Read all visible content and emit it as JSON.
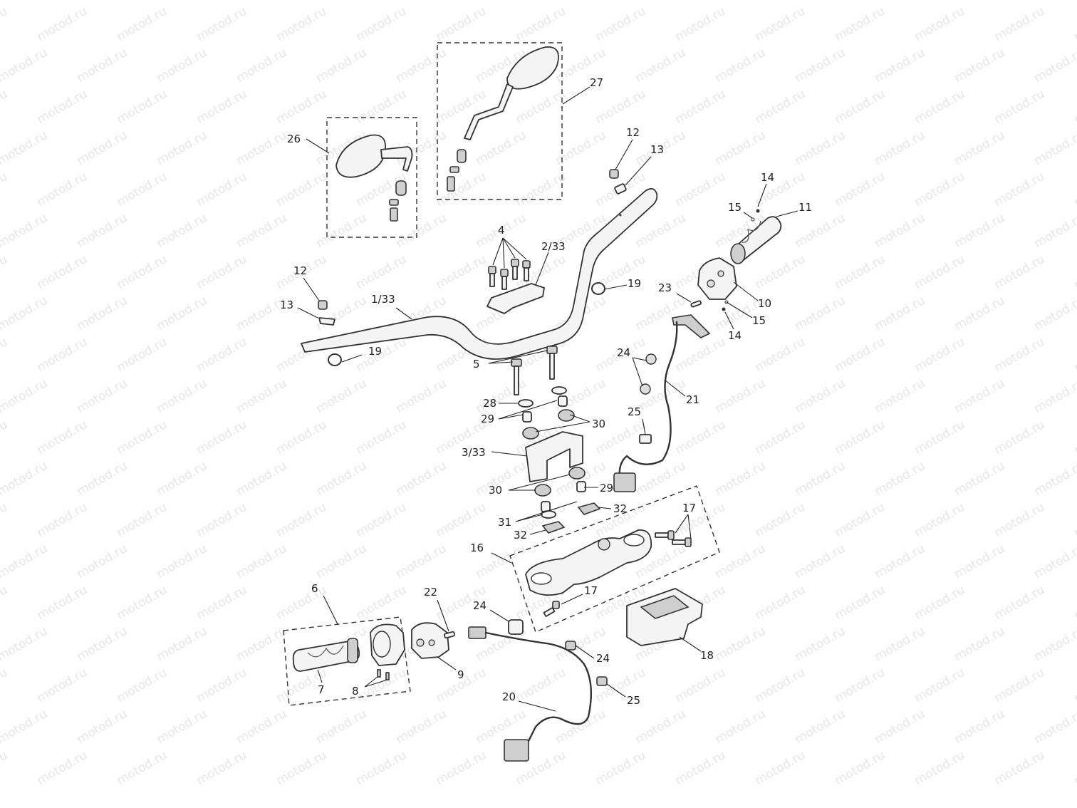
{
  "watermark": "motod.ru",
  "labels": {
    "l1": "1/33",
    "l2": "2/33",
    "l3": "3/33",
    "l4": "4",
    "l5": "5",
    "l6": "6",
    "l7": "7",
    "l8": "8",
    "l9": "9",
    "l10": "10",
    "l11": "11",
    "l12a": "12",
    "l12b": "12",
    "l13a": "13",
    "l13b": "13",
    "l14a": "14",
    "l14b": "14",
    "l15a": "15",
    "l15b": "15",
    "l16": "16",
    "l17a": "17",
    "l17b": "17",
    "l18": "18",
    "l19a": "19",
    "l19b": "19",
    "l20": "20",
    "l21": "21",
    "l22": "22",
    "l23": "23",
    "l24a": "24",
    "l24b": "24",
    "l24c": "24",
    "l25a": "25",
    "l25b": "25",
    "l26": "26",
    "l27": "27",
    "l28": "28",
    "l29a": "29",
    "l29b": "29",
    "l30a": "30",
    "l30b": "30",
    "l31": "31",
    "l32a": "32",
    "l32b": "32"
  }
}
